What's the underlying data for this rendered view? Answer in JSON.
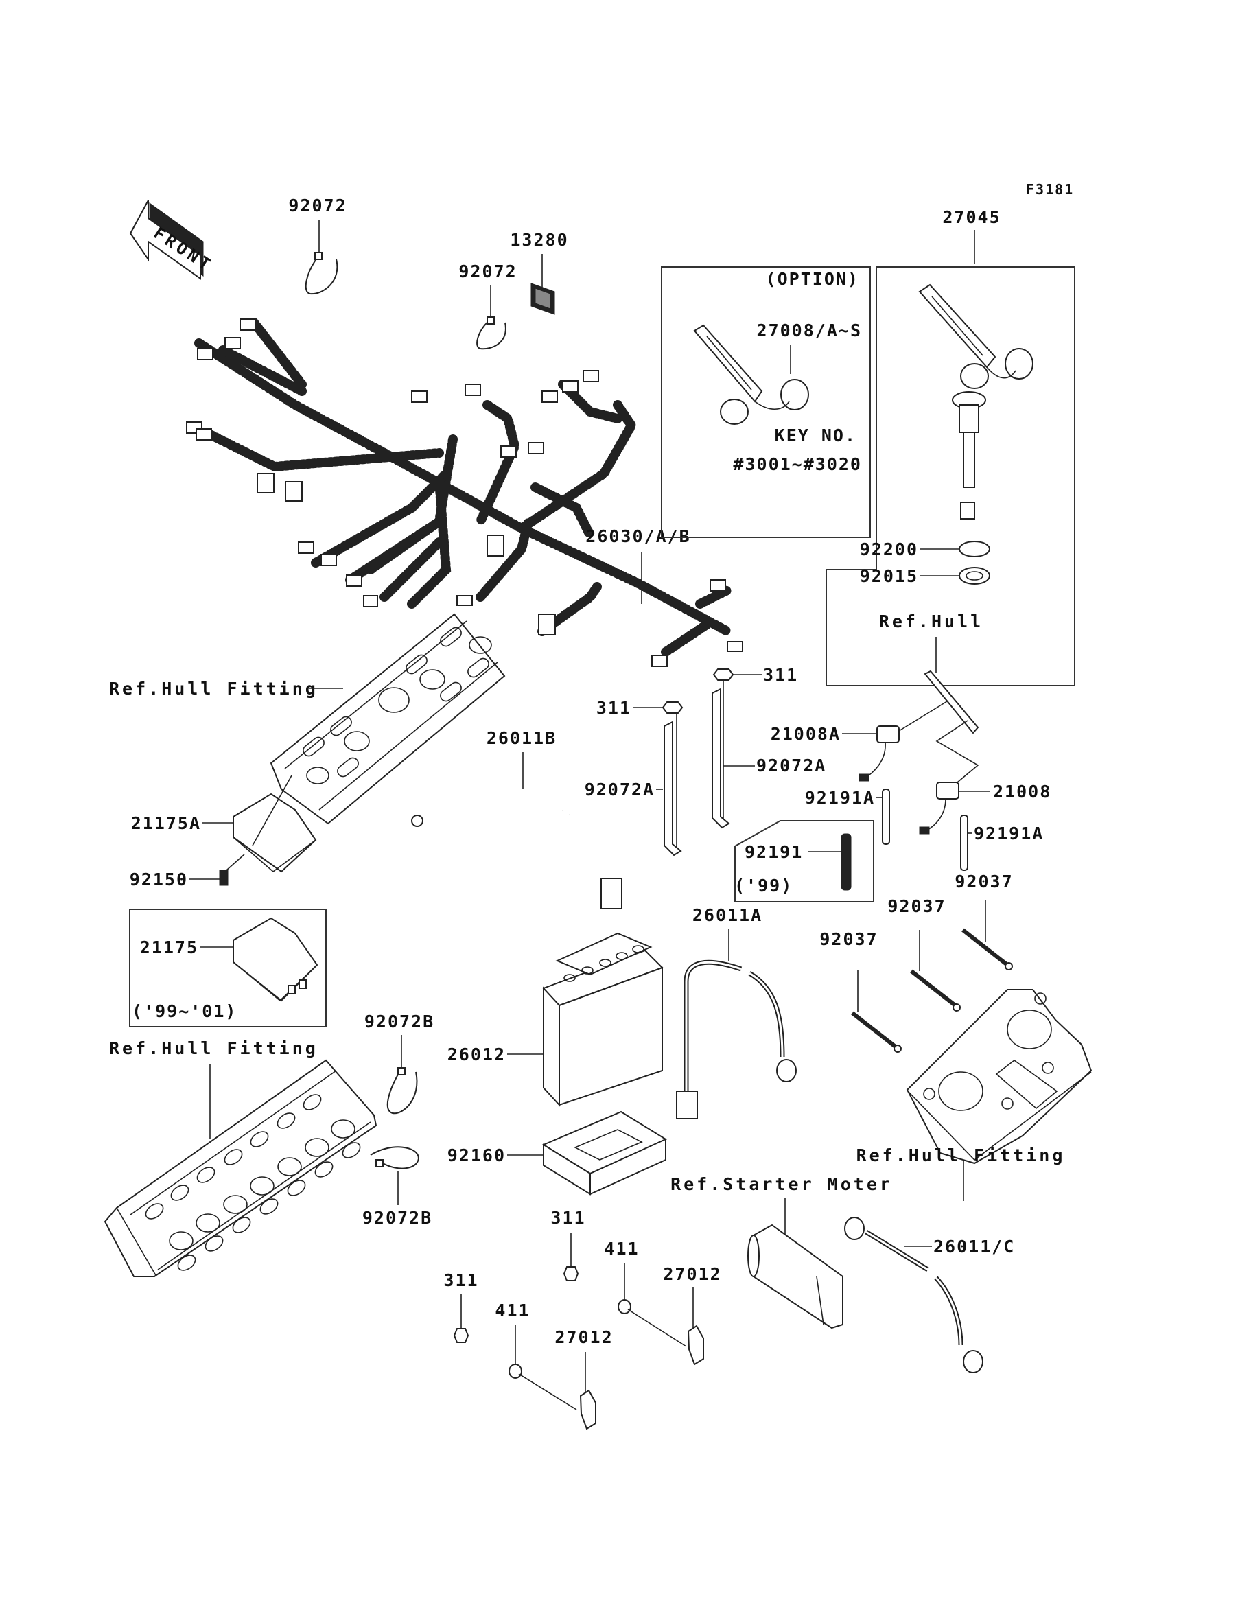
{
  "figure_code": "F3181",
  "front_arrow": "FRONT",
  "colors": {
    "line": "#222222",
    "background": "#ffffff"
  },
  "labels": {
    "p92072_top": "92072",
    "p13280": "13280",
    "p92072_mid": "92072",
    "p27045": "27045",
    "option_box": {
      "title": "(OPTION)",
      "part": "27008/A~S",
      "key_no_label": "KEY NO.",
      "key_range": "#3001~#3020"
    },
    "p26030": "26030/A/B",
    "p92200": "92200",
    "p92015": "92015",
    "ref_hull": "Ref.Hull",
    "ref_hull_fitting_1": "Ref.Hull Fitting",
    "p311_a": "311",
    "p311_b": "311",
    "p26011B": "26011B",
    "p21008A": "21008A",
    "p92072A_a": "92072A",
    "p92072A_b": "92072A",
    "p21008": "21008",
    "p92191A_a": "92191A",
    "p92191A_b": "92191A",
    "p21175A": "21175A",
    "p92150": "92150",
    "box_92191": {
      "part": "92191",
      "years": "('99)"
    },
    "p92037_a": "92037",
    "p92037_b": "92037",
    "p92037_c": "92037",
    "p26011A": "26011A",
    "box_21175": {
      "part": "21175",
      "years": "('99~'01)"
    },
    "p92072B_a": "92072B",
    "ref_hull_fitting_2": "Ref.Hull Fitting",
    "p26012": "26012",
    "p92160": "92160",
    "ref_hull_fitting_3": "Ref.Hull Fitting",
    "ref_starter_motor": "Ref.Starter Moter",
    "p92072B_b": "92072B",
    "p311_c": "311",
    "p26011C": "26011/C",
    "p411_a": "411",
    "p27012_a": "27012",
    "p311_d": "311",
    "p411_b": "411",
    "p27012_b": "27012"
  }
}
